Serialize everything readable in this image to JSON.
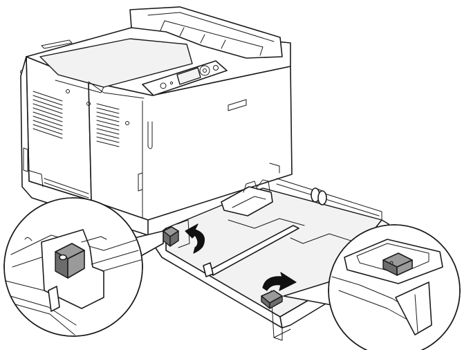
{
  "figure": {
    "subject": "printer-paper-cassette-guide-adjustment",
    "colors": {
      "line": "#1a1a1a",
      "background": "#ffffff",
      "guide_tab": "#9a9a9a",
      "guide_tab_dark": "#6c6c6c",
      "arrow": "#111111"
    },
    "callouts": [
      {
        "name": "left-callout",
        "shows": "rear-paper-guide-tab"
      },
      {
        "name": "right-callout",
        "shows": "side-paper-guide-tab"
      }
    ],
    "arrows": [
      {
        "name": "rear-guide-arrow",
        "icon": "curved-arrow-icon"
      },
      {
        "name": "side-guide-arrow",
        "icon": "curved-arrow-icon"
      }
    ]
  }
}
